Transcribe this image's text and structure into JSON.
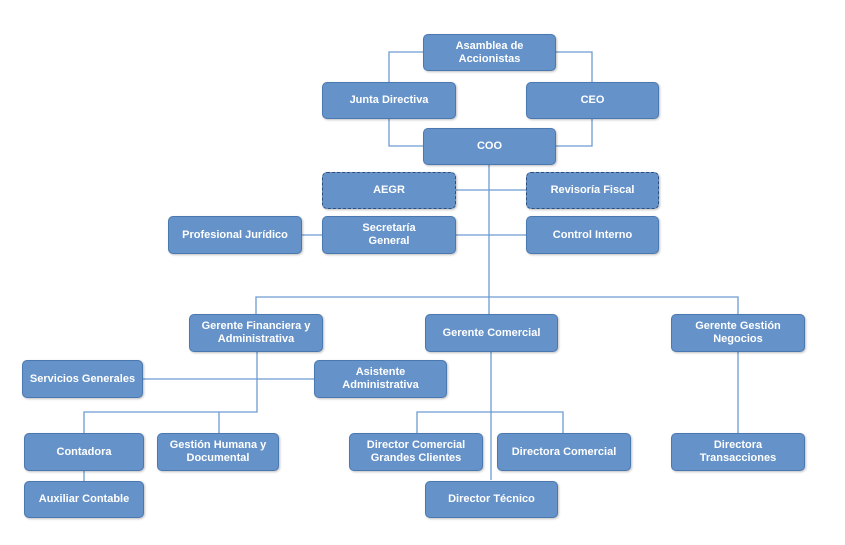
{
  "org_chart": {
    "nodes": {
      "asamblea": "Asamblea de\nAccionistas",
      "junta": "Junta Directiva",
      "ceo": "CEO",
      "coo": "COO",
      "aegr": "AEGR",
      "revisoria": "Revisoría Fiscal",
      "profesional": "Profesional Jurídico",
      "secretaria": "Secretaría\nGeneral",
      "control": "Control Interno",
      "gerente_financiera": "Gerente Financiera y\nAdministrativa",
      "gerente_comercial": "Gerente Comercial",
      "gerente_gestion": "Gerente Gestión\nNegocios",
      "servicios": "Servicios Generales",
      "asistente": "Asistente\nAdministrativa",
      "contadora": "Contadora",
      "gestion_humana": "Gestión Humana y\nDocumental",
      "director_comercial_gc": "Director Comercial\nGrandes Clientes",
      "directora_comercial": "Directora Comercial",
      "directora_transacciones": "Directora\nTransacciones",
      "auxiliar": "Auxiliar Contable",
      "director_tecnico": "Director Técnico"
    },
    "colors": {
      "box_fill": "#6592c8",
      "box_border": "#4a78b0",
      "connector": "#6d9bd1",
      "dashed_border": "#2f4f7a",
      "text": "#ffffff"
    }
  }
}
